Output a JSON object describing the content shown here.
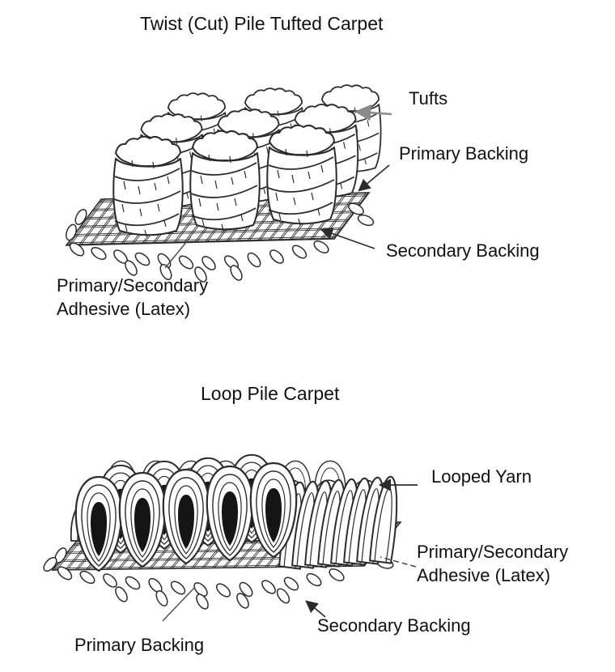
{
  "colors": {
    "background": "#ffffff",
    "line_art_ink": "#2b2b2b",
    "label_text": "#111111",
    "tufts_arrow_gray": "#8a8a8a",
    "loop_center_fill": "#151515"
  },
  "diagrams": {
    "twist": {
      "title": "Twist (Cut) Pile Tufted Carpet",
      "labels": {
        "tufts": "Tufts",
        "primary_backing": "Primary Backing",
        "secondary_backing": "Secondary Backing",
        "adhesive_line1": "Primary/Secondary",
        "adhesive_line2": "Adhesive (Latex)"
      }
    },
    "loop": {
      "title": "Loop Pile Carpet",
      "labels": {
        "looped_yarn": "Looped Yarn",
        "adhesive_line1": "Primary/Secondary",
        "adhesive_line2": "Adhesive (Latex)",
        "secondary_backing": "Secondary Backing",
        "primary_backing": "Primary Backing"
      }
    }
  }
}
